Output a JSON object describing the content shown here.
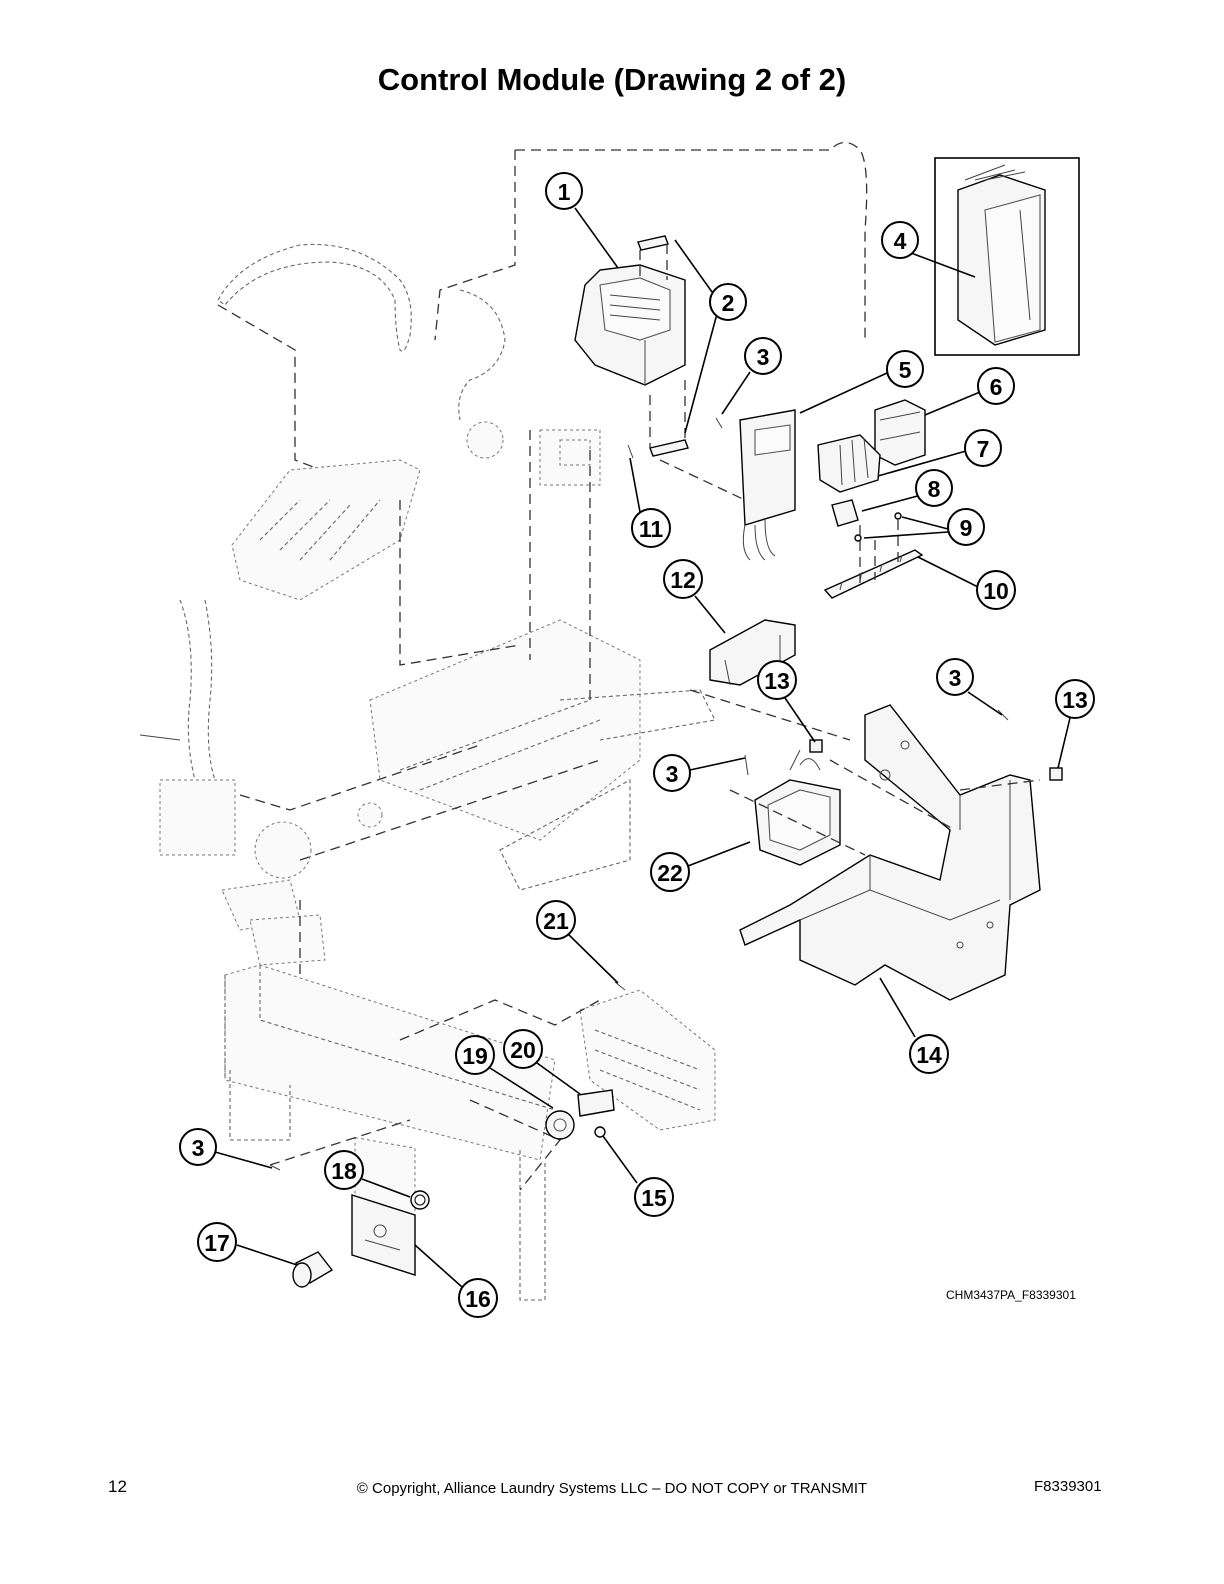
{
  "title": "Control Module (Drawing 2 of 2)",
  "callouts": [
    {
      "label": "1"
    },
    {
      "label": "2"
    },
    {
      "label": "3"
    },
    {
      "label": "4"
    },
    {
      "label": "5"
    },
    {
      "label": "6"
    },
    {
      "label": "7"
    },
    {
      "label": "8"
    },
    {
      "label": "9"
    },
    {
      "label": "10"
    },
    {
      "label": "11"
    },
    {
      "label": "12"
    },
    {
      "label": "13"
    },
    {
      "label": "3"
    },
    {
      "label": "13"
    },
    {
      "label": "3"
    },
    {
      "label": "22"
    },
    {
      "label": "21"
    },
    {
      "label": "14"
    },
    {
      "label": "19"
    },
    {
      "label": "20"
    },
    {
      "label": "3"
    },
    {
      "label": "18"
    },
    {
      "label": "15"
    },
    {
      "label": "17"
    },
    {
      "label": "16"
    }
  ],
  "drawing_id": "CHM3437PA_F8339301",
  "footer": {
    "page_number": "12",
    "copyright": "© Copyright, Alliance Laundry Systems LLC – DO NOT COPY or TRANSMIT",
    "doc_number": "F8339301"
  }
}
